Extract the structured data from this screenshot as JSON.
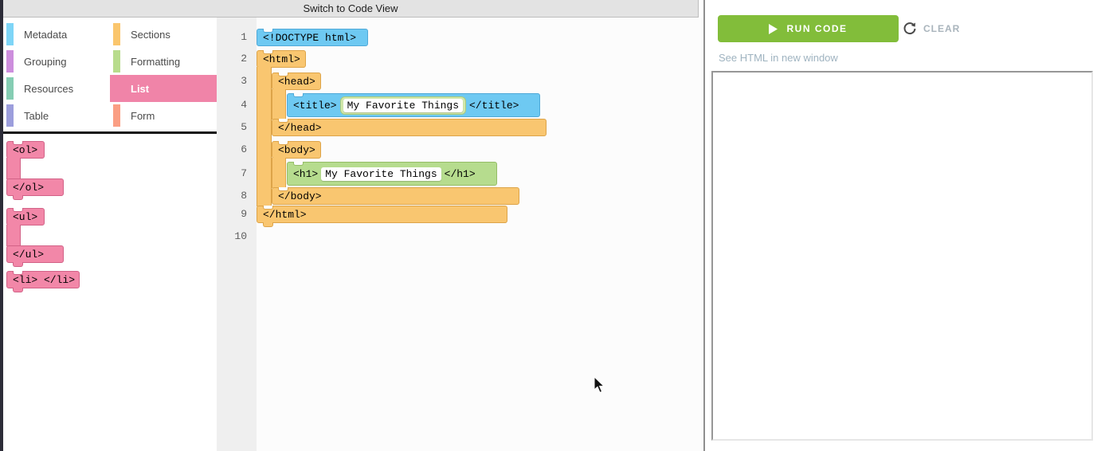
{
  "topbar": {
    "switch_view_label": "Switch to Code View"
  },
  "palette": {
    "categories": [
      {
        "label": "Metadata",
        "color": "#7ed5f7",
        "selected": false
      },
      {
        "label": "Sections",
        "color": "#fac66d",
        "selected": false
      },
      {
        "label": "Grouping",
        "color": "#cd8edd",
        "selected": false
      },
      {
        "label": "Formatting",
        "color": "#b8dc8c",
        "selected": false
      },
      {
        "label": "Resources",
        "color": "#85cdb3",
        "selected": false
      },
      {
        "label": "List",
        "color": "#f084a8",
        "selected": true
      },
      {
        "label": "Table",
        "color": "#9c9edc",
        "selected": false
      },
      {
        "label": "Form",
        "color": "#fa9e83",
        "selected": false
      }
    ],
    "list_blocks": {
      "ol_open": "<ol>",
      "ol_close": "</ol>",
      "ul_open": "<ul>",
      "ul_close": "</ul>",
      "li": "<li> </li>"
    },
    "block_color": "#f287a8"
  },
  "editor": {
    "line_numbers": [
      "1",
      "2",
      "3",
      "4",
      "5",
      "6",
      "7",
      "8",
      "9",
      "10"
    ],
    "blocks": {
      "doctype": "<!DOCTYPE html>",
      "html_open": "<html>",
      "html_close": "</html>",
      "head_open": "<head>",
      "head_close": "</head>",
      "title_open": "<title>",
      "title_value": "My Favorite Things",
      "title_close": "</title>",
      "body_open": "<body>",
      "body_close": "</body>",
      "h1_open": "<h1>",
      "h1_value": "My Favorite Things",
      "h1_close": "</h1>"
    },
    "block_colors": {
      "metadata_blue": "#6ec9f2",
      "sections_orange": "#f9c670",
      "formatting_green": "#b6dc8e"
    }
  },
  "output_panel": {
    "run_button_label": "RUN CODE",
    "run_button_color": "#82bd3a",
    "clear_label": "CLEAR",
    "new_window_link": "See HTML in new window",
    "output_content": ""
  }
}
